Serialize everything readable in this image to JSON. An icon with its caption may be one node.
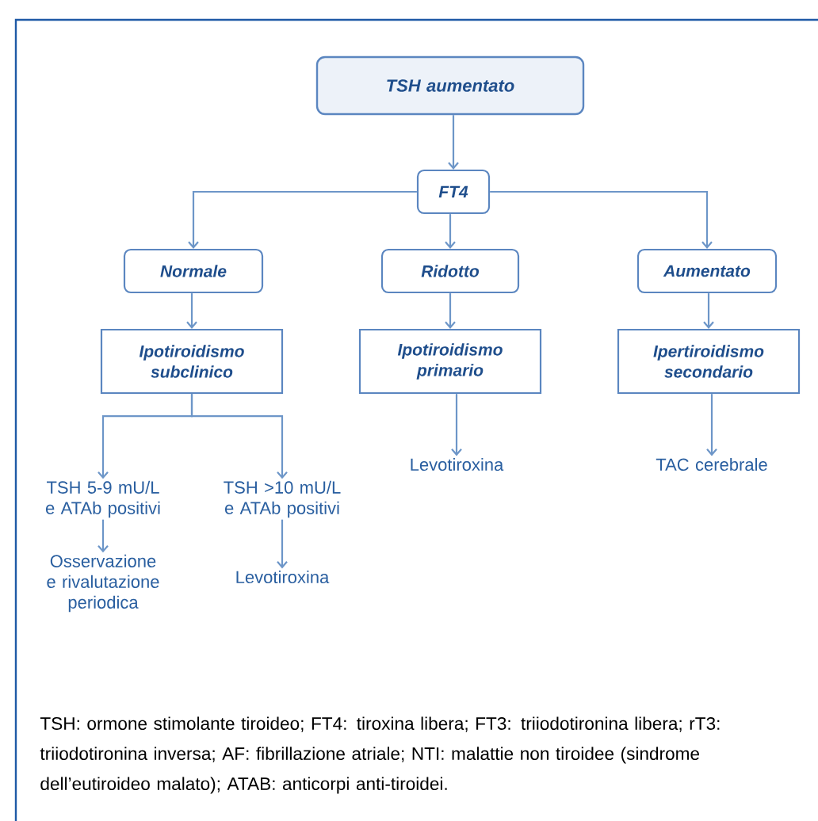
{
  "diagram": {
    "nodes": [
      {
        "text": [
          "TSH aumentato"
        ]
      },
      {
        "text": [
          "FT4"
        ]
      },
      {
        "text": [
          "Normale"
        ]
      },
      {
        "text": [
          "Ridotto"
        ]
      },
      {
        "text": [
          "Aumentato"
        ]
      },
      {
        "text": [
          "Ipotiroidismo subclinico"
        ]
      },
      {
        "text": [
          "Ipotiroidismo primario"
        ]
      },
      {
        "text": [
          "Ipertiroidismo secondario"
        ]
      },
      {
        "text": [
          "TSH 5-9 mU/L e ATAb positivi"
        ]
      },
      {
        "text": [
          "TSH >10 mU/L e ATAb positivi"
        ]
      },
      {
        "text": [
          "Levotiroxina"
        ]
      },
      {
        "text": [
          "TAC cerebrale"
        ]
      },
      {
        "text": [
          "Osservazione e rivalutazione periodica"
        ]
      },
      {
        "text": [
          "Levotiroxina"
        ]
      }
    ],
    "edges": [
      {
        "from": 0,
        "to": 1,
        "arrow": "to"
      },
      {
        "from": 1,
        "to": 2,
        "arrow": "to"
      },
      {
        "from": 1,
        "to": 3,
        "arrow": "to"
      },
      {
        "from": 1,
        "to": 4,
        "arrow": "to"
      },
      {
        "from": 2,
        "to": 5,
        "arrow": "to"
      },
      {
        "from": 3,
        "to": 6,
        "arrow": "to"
      },
      {
        "from": 4,
        "to": 7,
        "arrow": "to"
      },
      {
        "from": 5,
        "to": 8,
        "arrow": "to"
      },
      {
        "from": 5,
        "to": 9,
        "arrow": "to"
      },
      {
        "from": 6,
        "to": 10,
        "arrow": "to"
      },
      {
        "from": 7,
        "to": 11,
        "arrow": "to"
      },
      {
        "from": 8,
        "to": 12,
        "arrow": "to"
      },
      {
        "from": 9,
        "to": 13,
        "arrow": "to"
      }
    ],
    "caption": "TSH: ormone stimolante tiroideo; FT4: tiroxina libera; FT3: triiodotironina libera; rT3: triiodotironina inversa; AF: fibrillazione atriale; NTI: malattie non tiroidee (sindrome dell’eutiroideo malato); ATAB: anticorpi anti-tiroidei."
  }
}
